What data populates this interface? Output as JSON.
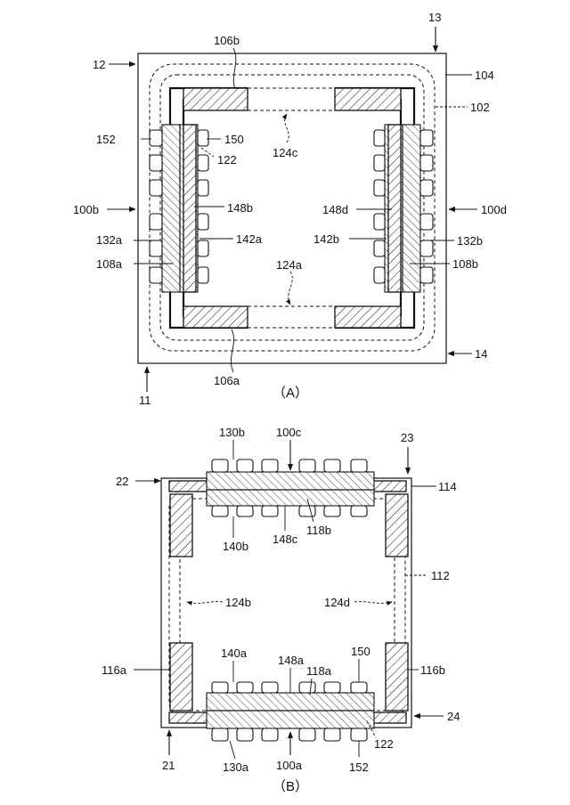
{
  "figure_a": {
    "caption": "（A）",
    "labels": {
      "l13": "13",
      "l12": "12",
      "l104": "104",
      "l106b": "106b",
      "l102": "102",
      "l152": "152",
      "l150": "150",
      "l122": "122",
      "l124c": "124c",
      "l100b": "100b",
      "l148b": "148b",
      "l148d": "148d",
      "l100d": "100d",
      "l132a": "132a",
      "l142a": "142a",
      "l142b": "142b",
      "l132b": "132b",
      "l108a": "108a",
      "l124a": "124a",
      "l108b": "108b",
      "l14": "14",
      "l106a": "106a",
      "l11": "11"
    }
  },
  "figure_b": {
    "caption": "（B）",
    "labels": {
      "l130b": "130b",
      "l100c": "100c",
      "l23": "23",
      "l22": "22",
      "l114": "114",
      "l140b": "140b",
      "l148c": "148c",
      "l118b": "118b",
      "l112": "112",
      "l124b": "124b",
      "l124d": "124d",
      "l140a": "140a",
      "l148a": "148a",
      "l150": "150",
      "l118a": "118a",
      "l116a": "116a",
      "l116b": "116b",
      "l24": "24",
      "l122": "122",
      "l21": "21",
      "l130a": "130a",
      "l100a": "100a",
      "l152": "152"
    }
  }
}
